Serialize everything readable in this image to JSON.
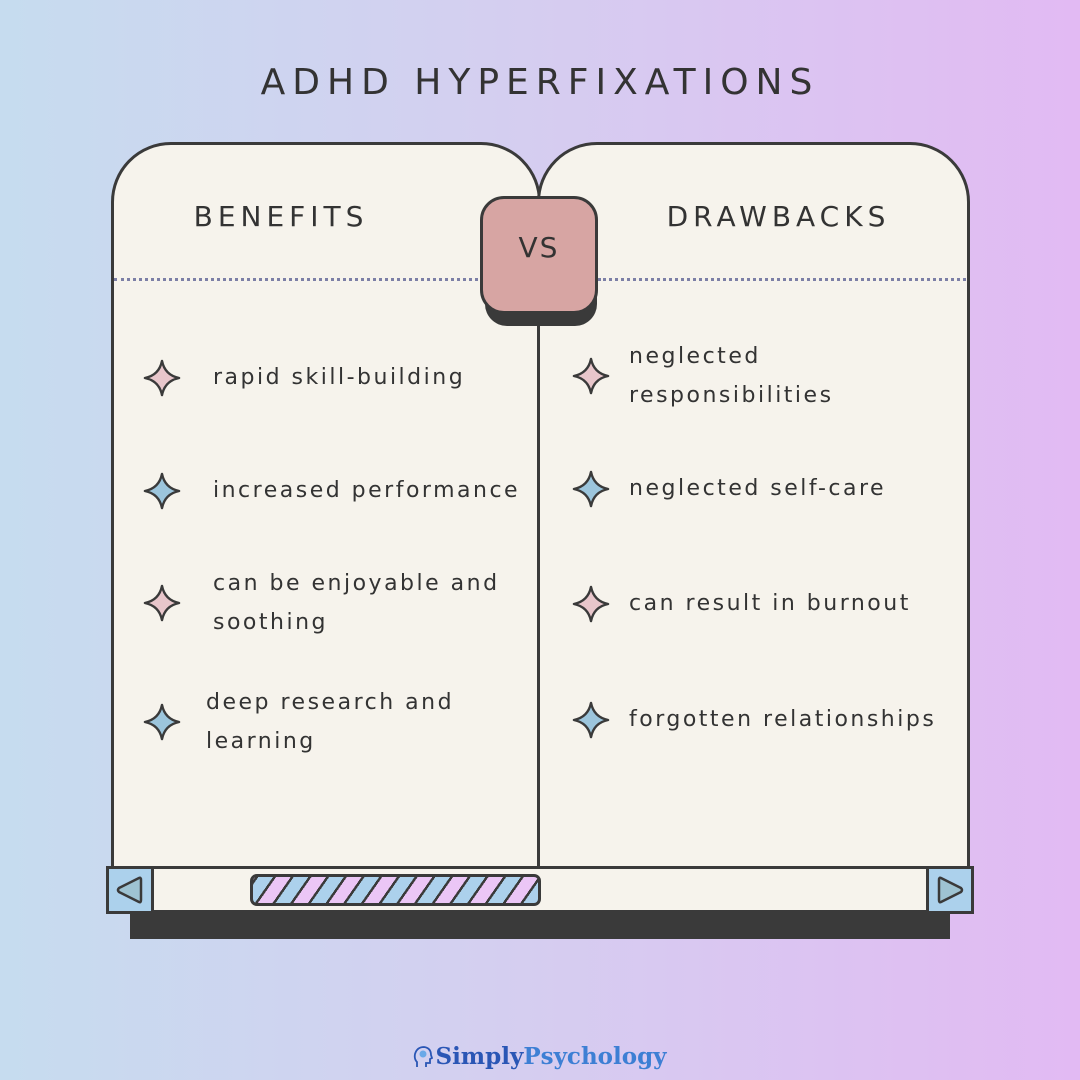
{
  "title": "ADHD HYPERFIXATIONS",
  "vs_label": "VS",
  "benefits": {
    "heading": "BENEFITS",
    "items": [
      {
        "text": "rapid skill-building",
        "star_color": "#e8c6cb"
      },
      {
        "text": "increased performance",
        "star_color": "#9cc5dc"
      },
      {
        "text": "can be enjoyable and soothing",
        "star_color": "#e8c6cb"
      },
      {
        "text": "deep research and learning",
        "star_color": "#9cc5dc"
      }
    ]
  },
  "drawbacks": {
    "heading": "DRAWBACKS",
    "items": [
      {
        "text": "neglected responsibilities",
        "star_color": "#e8c6cb"
      },
      {
        "text": "neglected self-care",
        "star_color": "#9cc5dc"
      },
      {
        "text": "can result in burnout",
        "star_color": "#e8c6cb"
      },
      {
        "text": "forgotten relationships",
        "star_color": "#9cc5dc"
      }
    ]
  },
  "scrollbar": {
    "left_icon": "triangle-left-icon",
    "right_icon": "triangle-right-icon"
  },
  "brand": {
    "part1": "Simply",
    "part2": "Psychology",
    "icon": "head-brain-icon"
  },
  "colors": {
    "panel_bg": "#f6f3ec",
    "outline": "#3a3a3a",
    "vs_bg": "#d7a5a3",
    "pink_star": "#e8c6cb",
    "blue_star": "#9cc5dc",
    "arrow_bg": "#acd1ec",
    "stripe_pink": "#ebc6f6",
    "stripe_blue": "#acd1ec"
  }
}
